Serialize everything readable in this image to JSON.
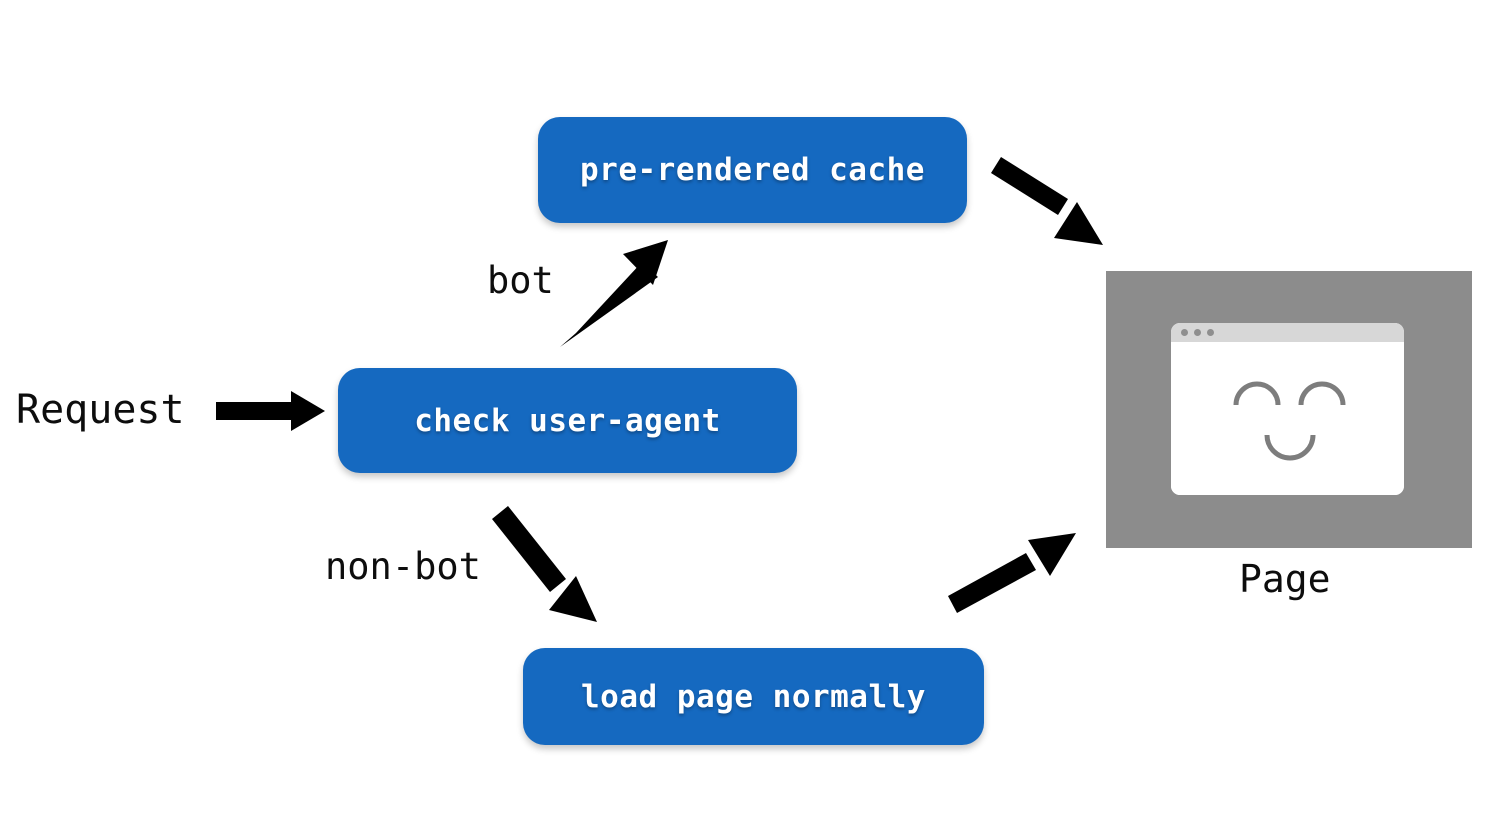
{
  "diagram": {
    "title": "bot detection request routing flow",
    "background_color": "#ffffff",
    "accent_color": "#1569c0",
    "plate_color": "#8c8c8c",
    "arrow_color": "#000000",
    "nodes": {
      "cache": {
        "label": "pre-rendered cache"
      },
      "check": {
        "label": "check user-agent"
      },
      "load_normal": {
        "label": "load page normally"
      }
    },
    "labels": {
      "request": "Request",
      "bot": "bot",
      "non_bot": "non-bot",
      "page": "Page"
    },
    "page_mockup": {
      "window_dots": [
        "dot",
        "dot",
        "dot"
      ],
      "face": "smiley-face"
    },
    "edges": [
      {
        "name": "request-to-check",
        "from": "Request",
        "to": "check user-agent",
        "label": ""
      },
      {
        "name": "check-to-cache",
        "from": "check user-agent",
        "to": "pre-rendered cache",
        "label": "bot"
      },
      {
        "name": "check-to-load-normally",
        "from": "check user-agent",
        "to": "load page normally",
        "label": "non-bot"
      },
      {
        "name": "cache-to-page",
        "from": "pre-rendered cache",
        "to": "Page",
        "label": ""
      },
      {
        "name": "load-normally-to-page",
        "from": "load page normally",
        "to": "Page",
        "label": ""
      }
    ]
  }
}
